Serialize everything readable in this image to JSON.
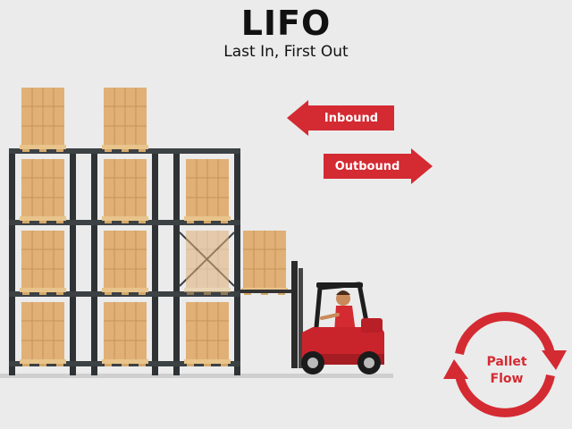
{
  "header": {
    "title": "LIFO",
    "subtitle": "Last In, First Out"
  },
  "arrows": {
    "inbound": "Inbound",
    "outbound": "Outbound"
  },
  "badge": {
    "line1": "Pallet",
    "line2": "Flow"
  },
  "colors": {
    "accent": "#d42a32",
    "rack": "#2f3336",
    "box": "#e0b077",
    "pallet": "#e8c48b"
  }
}
